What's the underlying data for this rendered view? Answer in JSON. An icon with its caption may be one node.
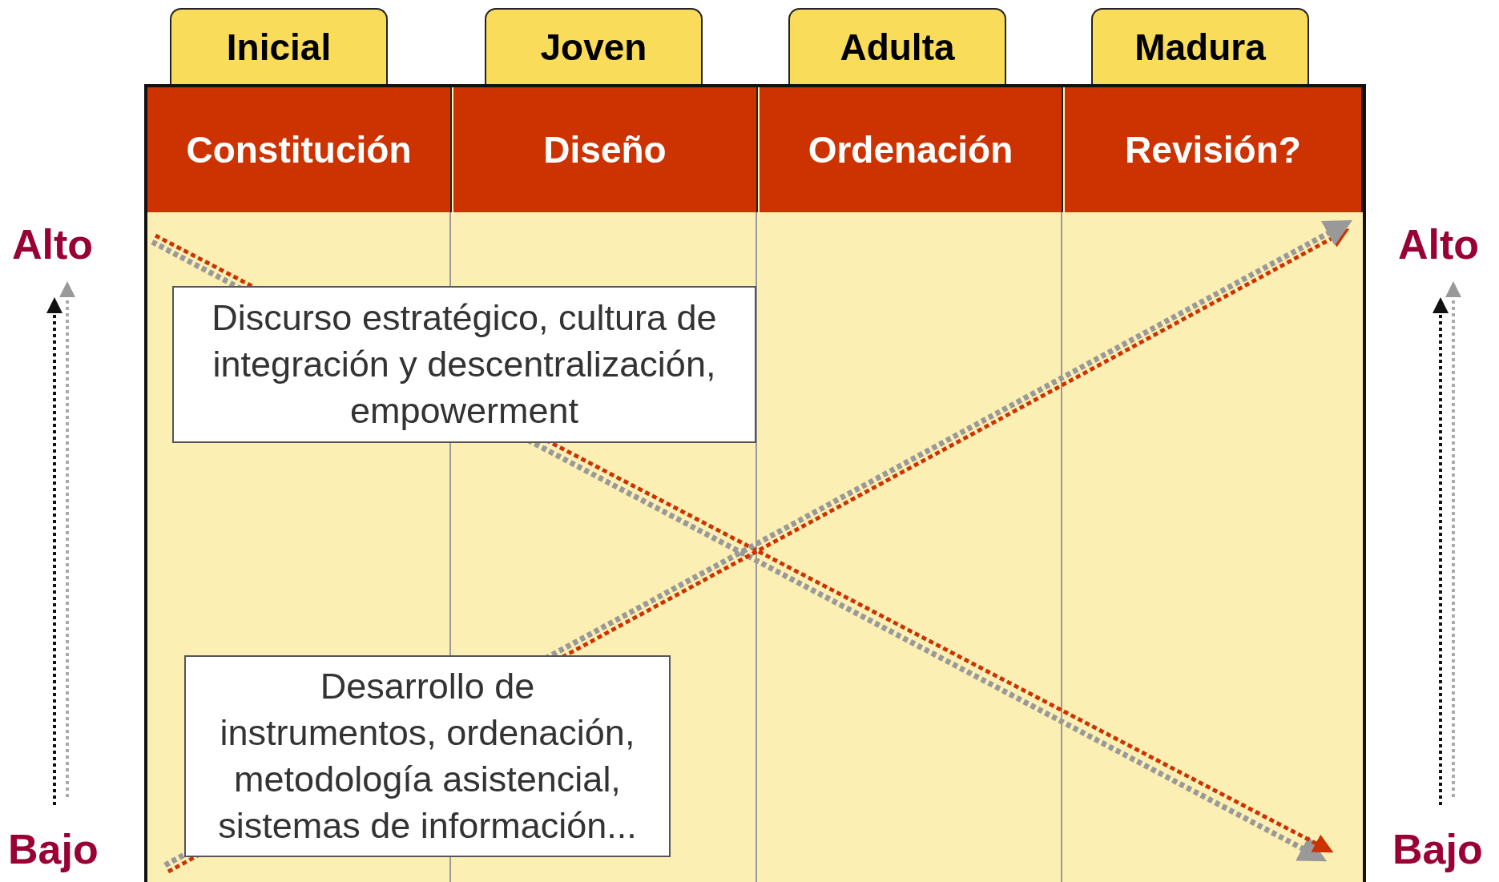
{
  "diagram": {
    "nodes": [
      {
        "text": [
          "Inicial"
        ]
      },
      {
        "text": [
          "Joven"
        ]
      },
      {
        "text": [
          "Adulta"
        ]
      },
      {
        "text": [
          "Madura"
        ]
      },
      {
        "text": [
          "Constitución"
        ]
      },
      {
        "text": [
          "Diseño"
        ]
      },
      {
        "text": [
          "Ordenación"
        ]
      },
      {
        "text": [
          "Revisión?"
        ]
      },
      {
        "text": [
          "Discurso estratégico, cultura de integración y descentralización, empowerment"
        ]
      },
      {
        "text": [
          "Desarrollo de instrumentos, ordenación, metodología asistencial, sistemas de información..."
        ]
      }
    ],
    "labels": [
      "Alto",
      "Alto",
      "Bajo",
      "Bajo"
    ]
  }
}
